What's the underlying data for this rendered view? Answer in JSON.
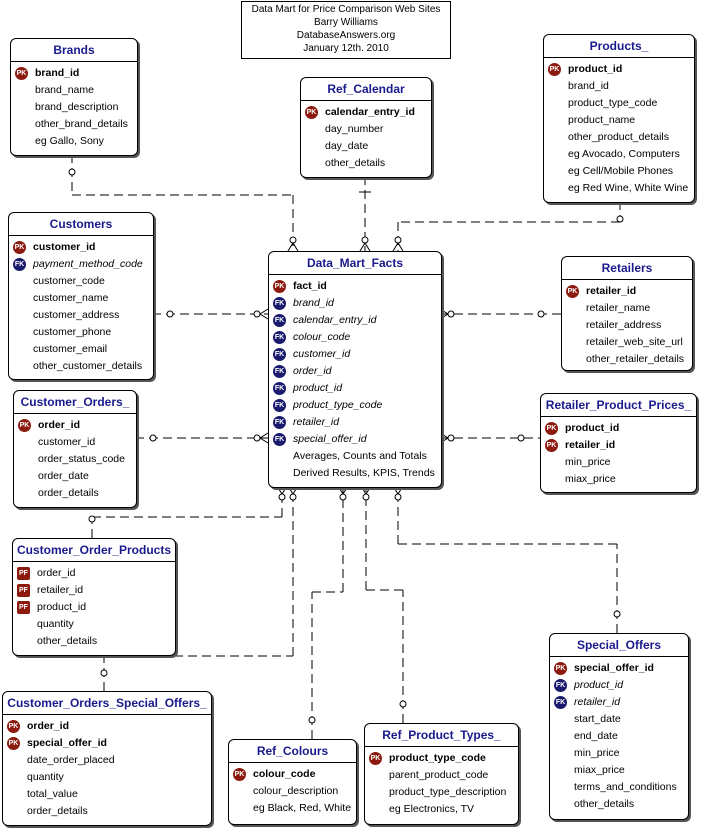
{
  "header": {
    "lines": [
      "Data Mart for Price Comparison Web Sites",
      "Barry Williams",
      "DatabaseAnswers.org",
      "January 12th. 2010"
    ]
  },
  "badges": {
    "pk": "PK",
    "fk": "FK",
    "pf": "PF"
  },
  "entities": {
    "brands": {
      "name": "Brands",
      "rows": [
        {
          "kind": "pk",
          "text": "brand_id"
        },
        {
          "kind": "plain",
          "text": "brand_name"
        },
        {
          "kind": "plain",
          "text": "brand_description"
        },
        {
          "kind": "plain",
          "text": "other_brand_details"
        },
        {
          "kind": "plain",
          "text": "eg Gallo, Sony"
        }
      ]
    },
    "ref_calendar": {
      "name": "Ref_Calendar",
      "rows": [
        {
          "kind": "pk",
          "text": "calendar_entry_id"
        },
        {
          "kind": "plain",
          "text": "day_number"
        },
        {
          "kind": "plain",
          "text": "day_date"
        },
        {
          "kind": "plain",
          "text": "other_details"
        }
      ]
    },
    "products": {
      "name": "Products_",
      "rows": [
        {
          "kind": "pk",
          "text": "product_id"
        },
        {
          "kind": "plain",
          "text": "brand_id"
        },
        {
          "kind": "plain",
          "text": "product_type_code"
        },
        {
          "kind": "plain",
          "text": "product_name"
        },
        {
          "kind": "plain",
          "text": "other_product_details"
        },
        {
          "kind": "plain",
          "text": "eg Avocado, Computers"
        },
        {
          "kind": "plain",
          "text": "eg Cell/Mobile Phones"
        },
        {
          "kind": "plain",
          "text": "eg Red Wine, White Wine"
        }
      ]
    },
    "customers": {
      "name": "Customers",
      "rows": [
        {
          "kind": "pk",
          "text": "customer_id"
        },
        {
          "kind": "fk",
          "text": "payment_method_code"
        },
        {
          "kind": "plain",
          "text": "customer_code"
        },
        {
          "kind": "plain",
          "text": "customer_name"
        },
        {
          "kind": "plain",
          "text": "customer_address"
        },
        {
          "kind": "plain",
          "text": "customer_phone"
        },
        {
          "kind": "plain",
          "text": "customer_email"
        },
        {
          "kind": "plain",
          "text": "other_customer_details"
        }
      ]
    },
    "facts": {
      "name": "Data_Mart_Facts",
      "rows": [
        {
          "kind": "pk",
          "text": "fact_id"
        },
        {
          "kind": "fk",
          "text": "brand_id"
        },
        {
          "kind": "fk",
          "text": "calendar_entry_id"
        },
        {
          "kind": "fk",
          "text": "colour_code"
        },
        {
          "kind": "fk",
          "text": "customer_id"
        },
        {
          "kind": "fk",
          "text": "order_id"
        },
        {
          "kind": "fk",
          "text": "product_id"
        },
        {
          "kind": "fk",
          "text": "product_type_code"
        },
        {
          "kind": "fk",
          "text": "retailer_id"
        },
        {
          "kind": "fk",
          "text": "special_offer_id"
        },
        {
          "kind": "plain",
          "text": "Averages, Counts and Totals"
        },
        {
          "kind": "plain",
          "text": "Derived Results, KPIS, Trends"
        }
      ]
    },
    "retailers": {
      "name": "Retailers",
      "rows": [
        {
          "kind": "pk",
          "text": "retailer_id"
        },
        {
          "kind": "plain",
          "text": "retailer_name"
        },
        {
          "kind": "plain",
          "text": "retailer_address"
        },
        {
          "kind": "plain",
          "text": "retailer_web_site_url"
        },
        {
          "kind": "plain",
          "text": "other_retailer_details"
        }
      ]
    },
    "customer_orders": {
      "name": "Customer_Orders_",
      "rows": [
        {
          "kind": "pk",
          "text": "order_id"
        },
        {
          "kind": "plain",
          "text": "customer_id"
        },
        {
          "kind": "plain",
          "text": "order_status_code"
        },
        {
          "kind": "plain",
          "text": "order_date"
        },
        {
          "kind": "plain",
          "text": "order_details"
        }
      ]
    },
    "retailer_product_prices": {
      "name": "Retailer_Product_Prices_",
      "rows": [
        {
          "kind": "pk",
          "text": "product_id"
        },
        {
          "kind": "pk",
          "text": "retailer_id"
        },
        {
          "kind": "plain",
          "text": "min_price"
        },
        {
          "kind": "plain",
          "text": "miax_price"
        }
      ]
    },
    "customer_order_products": {
      "name": "Customer_Order_Products",
      "rows": [
        {
          "kind": "pf",
          "text": "order_id"
        },
        {
          "kind": "pf",
          "text": "retailer_id"
        },
        {
          "kind": "pf",
          "text": "product_id"
        },
        {
          "kind": "plain",
          "text": "quantity"
        },
        {
          "kind": "plain",
          "text": "other_details"
        }
      ]
    },
    "special_offers": {
      "name": "Special_Offers",
      "rows": [
        {
          "kind": "pk",
          "text": "special_offer_id"
        },
        {
          "kind": "fk",
          "text": "product_id"
        },
        {
          "kind": "fk",
          "text": "retailer_id"
        },
        {
          "kind": "plain",
          "text": "start_date"
        },
        {
          "kind": "plain",
          "text": "end_date"
        },
        {
          "kind": "plain",
          "text": "min_price"
        },
        {
          "kind": "plain",
          "text": "miax_price"
        },
        {
          "kind": "plain",
          "text": "terms_and_conditions"
        },
        {
          "kind": "plain",
          "text": "other_details"
        }
      ]
    },
    "customer_orders_special_offers": {
      "name": "Customer_Orders_Special_Offers_",
      "rows": [
        {
          "kind": "pk",
          "text": "order_id"
        },
        {
          "kind": "pk",
          "text": "special_offer_id"
        },
        {
          "kind": "plain",
          "text": "date_order_placed"
        },
        {
          "kind": "plain",
          "text": "quantity"
        },
        {
          "kind": "plain",
          "text": "total_value"
        },
        {
          "kind": "plain",
          "text": "order_details"
        }
      ]
    },
    "ref_colours": {
      "name": "Ref_Colours",
      "rows": [
        {
          "kind": "pk",
          "text": "colour_code"
        },
        {
          "kind": "plain",
          "text": "colour_description"
        },
        {
          "kind": "plain",
          "text": "eg Black, Red, White"
        }
      ]
    },
    "ref_product_types": {
      "name": "Ref_Product_Types_",
      "rows": [
        {
          "kind": "pk",
          "text": "product_type_code"
        },
        {
          "kind": "plain",
          "text": "parent_product_code"
        },
        {
          "kind": "plain",
          "text": "product_type_description"
        },
        {
          "kind": "plain",
          "text": "eg Electronics, TV"
        }
      ]
    }
  }
}
